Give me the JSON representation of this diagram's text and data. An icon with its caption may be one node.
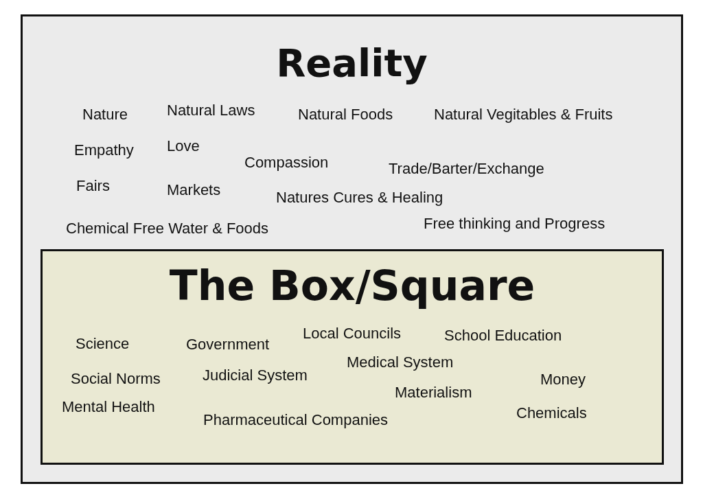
{
  "diagram": {
    "nodes": [
      {
        "text": [
          "Reality",
          "Nature",
          "Natural Laws",
          "Natural Foods",
          "Natural Vegitables & Fruits",
          "Empathy",
          "Love",
          "Compassion",
          "Trade/Barter/Exchange",
          "Fairs",
          "Markets",
          "Natures Cures & Healing",
          "Chemical Free Water & Foods",
          "Free thinking and Progress"
        ]
      },
      {
        "text": [
          "The Box/Square",
          "Science",
          "Government",
          "Local Councils",
          "School Education",
          "Medical System",
          "Social Norms",
          "Judicial System",
          "Money",
          "Materialism",
          "Mental Health",
          "Pharmaceutical Companies",
          "Chemicals"
        ],
        "in": 0
      }
    ],
    "edges": []
  }
}
